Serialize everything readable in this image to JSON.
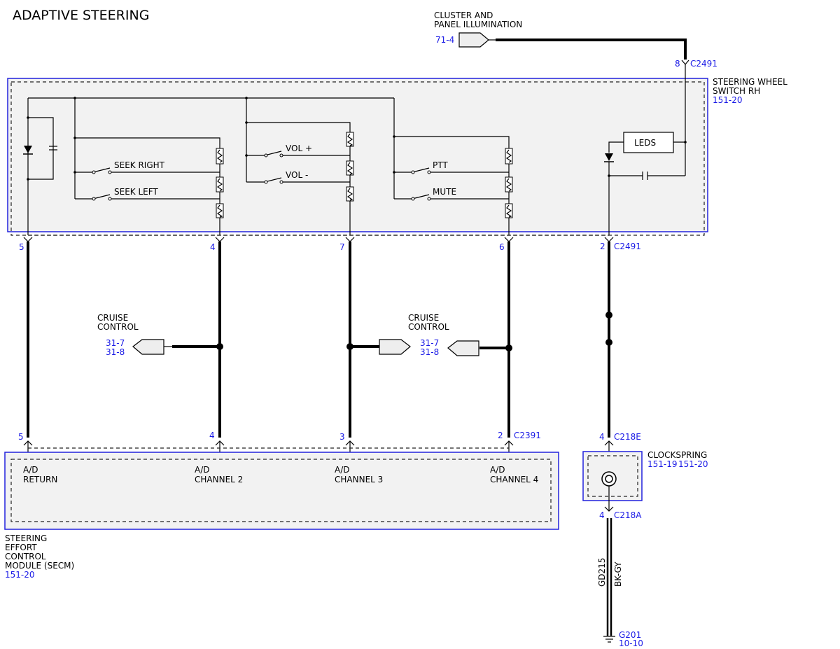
{
  "title": "ADAPTIVE STEERING",
  "cluster": {
    "line1": "CLUSTER AND",
    "line2": "PANEL ILLUMINATION",
    "ref": "71-4"
  },
  "swrh": {
    "line1": "STEERING WHEEL",
    "line2": "SWITCH RH",
    "ref": "151-20",
    "top_connector": "C2491",
    "top_pin": "8"
  },
  "switch_labels": {
    "seek_right": "SEEK RIGHT",
    "seek_left": "SEEK LEFT",
    "vol_plus": "VOL +",
    "vol_minus": "VOL -",
    "ptt": "PTT",
    "mute": "MUTE",
    "leds": "LEDS"
  },
  "top_pins": [
    "5",
    "4",
    "7",
    "6",
    "2"
  ],
  "top_pin_connector": "C2491",
  "cruise_left": {
    "line1": "CRUISE",
    "line2": "CONTROL",
    "ref1": "31-7",
    "ref2": "31-8"
  },
  "cruise_right": {
    "line1": "CRUISE",
    "line2": "CONTROL",
    "ref1": "31-7",
    "ref2": "31-8"
  },
  "bottom_pins": [
    "5",
    "4",
    "3",
    "2"
  ],
  "bottom_connector": "C2391",
  "secm_inputs": [
    {
      "line1": "A/D",
      "line2": "RETURN"
    },
    {
      "line1": "A/D",
      "line2": "CHANNEL 2"
    },
    {
      "line1": "A/D",
      "line2": "CHANNEL 3"
    },
    {
      "line1": "A/D",
      "line2": "CHANNEL 4"
    }
  ],
  "secm": {
    "line1": "STEERING",
    "line2": "EFFORT",
    "line3": "CONTROL",
    "line4": "MODULE (SECM)",
    "ref": "151-20"
  },
  "clockspring": {
    "label": "CLOCKSPRING",
    "ref1": "151-19",
    "ref2": "151-20",
    "top_pin": "4",
    "top_conn": "C218E",
    "bot_pin": "4",
    "bot_conn": "C218A"
  },
  "wire": {
    "circuit": "GD215",
    "color": "BK-GY"
  },
  "ground": {
    "name": "G201",
    "ref": "10-10"
  }
}
